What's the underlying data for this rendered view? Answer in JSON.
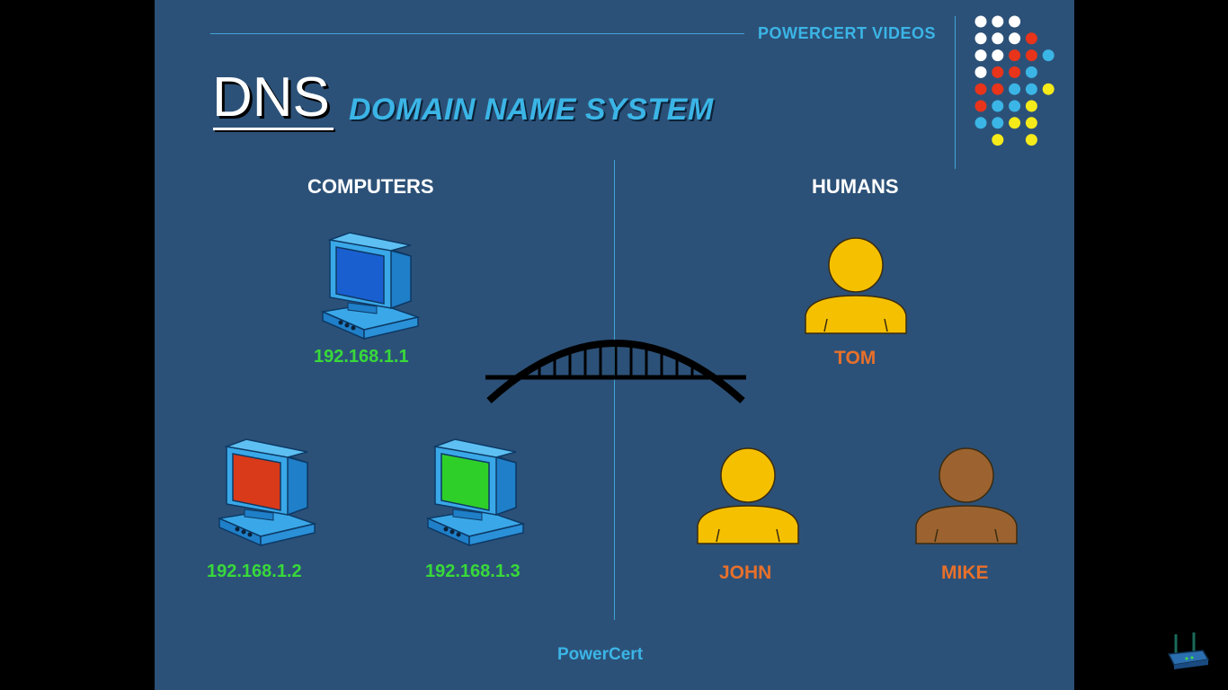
{
  "brand": "POWERCERT VIDEOS",
  "title": {
    "main": "DNS",
    "sub": "DOMAIN NAME SYSTEM"
  },
  "left": {
    "heading": "COMPUTERS",
    "computers": [
      {
        "ip": "192.168.1.1",
        "screen_color": "#1a5fd0",
        "icon": "computer-icon"
      },
      {
        "ip": "192.168.1.2",
        "screen_color": "#d93a1a",
        "icon": "computer-icon"
      },
      {
        "ip": "192.168.1.3",
        "screen_color": "#2fcf2a",
        "icon": "computer-icon"
      }
    ]
  },
  "right": {
    "heading": "HUMANS",
    "people": [
      {
        "name": "TOM",
        "color": "#f5c000",
        "icon": "person-icon"
      },
      {
        "name": "JOHN",
        "color": "#f5c000",
        "icon": "person-icon"
      },
      {
        "name": "MIKE",
        "color": "#9c6330",
        "icon": "person-icon"
      }
    ]
  },
  "center_icon": "bridge-icon",
  "footer": "PowerCert",
  "colors": {
    "background": "#2c5178",
    "accent": "#3bb5e6",
    "ip_green": "#38d93a",
    "name_orange": "#e8702a"
  }
}
